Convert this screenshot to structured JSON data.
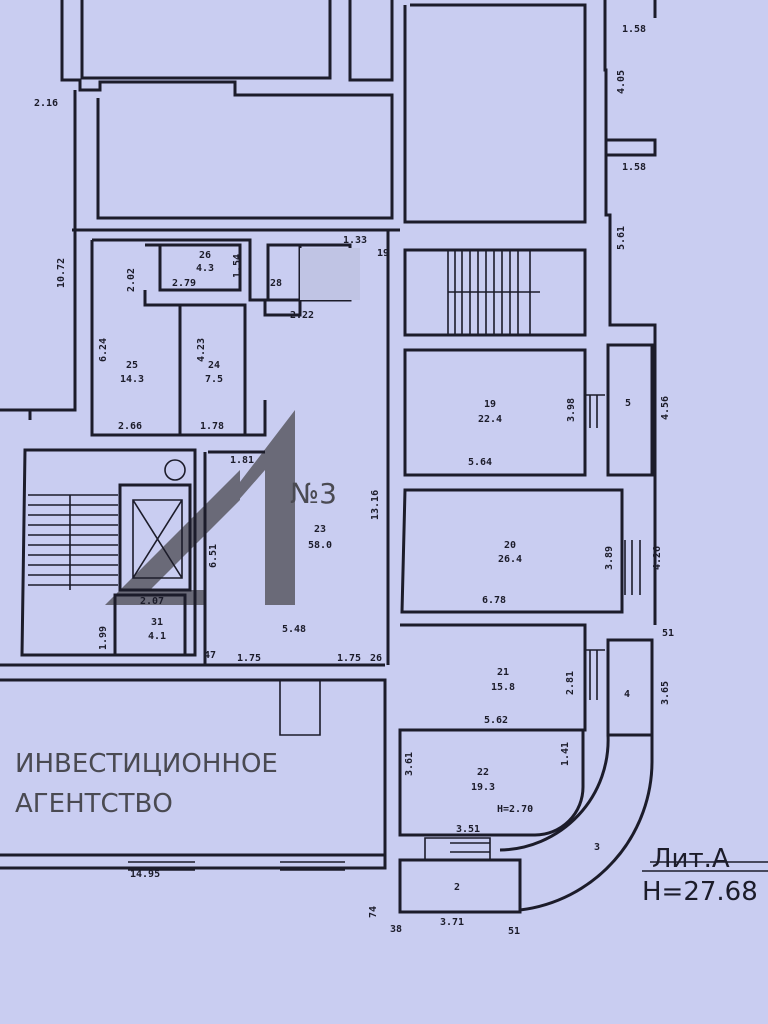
{
  "rooms": [
    {
      "num": "26",
      "area": "4.3"
    },
    {
      "num": "25",
      "area": "14.3"
    },
    {
      "num": "24",
      "area": "7.5"
    },
    {
      "num": "28",
      "area": ""
    },
    {
      "num": "19",
      "area": "22.4"
    },
    {
      "num": "5",
      "area": ""
    },
    {
      "num": "20",
      "area": "26.4"
    },
    {
      "num": "23",
      "area": "58.0"
    },
    {
      "num": "31",
      "area": "4.1"
    },
    {
      "num": "21",
      "area": "15.8"
    },
    {
      "num": "22",
      "area": "19.3"
    },
    {
      "num": "4",
      "area": ""
    },
    {
      "num": "3",
      "area": ""
    },
    {
      "num": "2",
      "area": ""
    }
  ],
  "dimensions": [
    "2.16",
    "10.72",
    "2.02",
    "2.79",
    "1.54",
    "2.22",
    "6.24",
    "4.23",
    "2.66",
    "1.78",
    "1.58",
    "4.05",
    "1.58",
    "5.61",
    "3.98",
    "5.64",
    "4.56",
    "3.89",
    "6.78",
    "4.26",
    "1.81",
    "13.16",
    "6.51",
    "2.07",
    "1.99",
    "5.48",
    "1.75",
    "1.75",
    "26",
    "47",
    "2.81",
    "5.62",
    "3.65",
    "51",
    "1.41",
    "3.61",
    "3.51",
    "3.71",
    "38",
    "51",
    "74",
    "14.95",
    "1.33",
    "19"
  ],
  "ceiling_height": "H=2.70",
  "stamp": {
    "title": "Лит.А",
    "height": "H=27.68"
  },
  "watermark": {
    "number": "№3",
    "line1": "ИНВЕСТИЦИОННОЕ",
    "line2": "АГЕНТСТВО"
  }
}
